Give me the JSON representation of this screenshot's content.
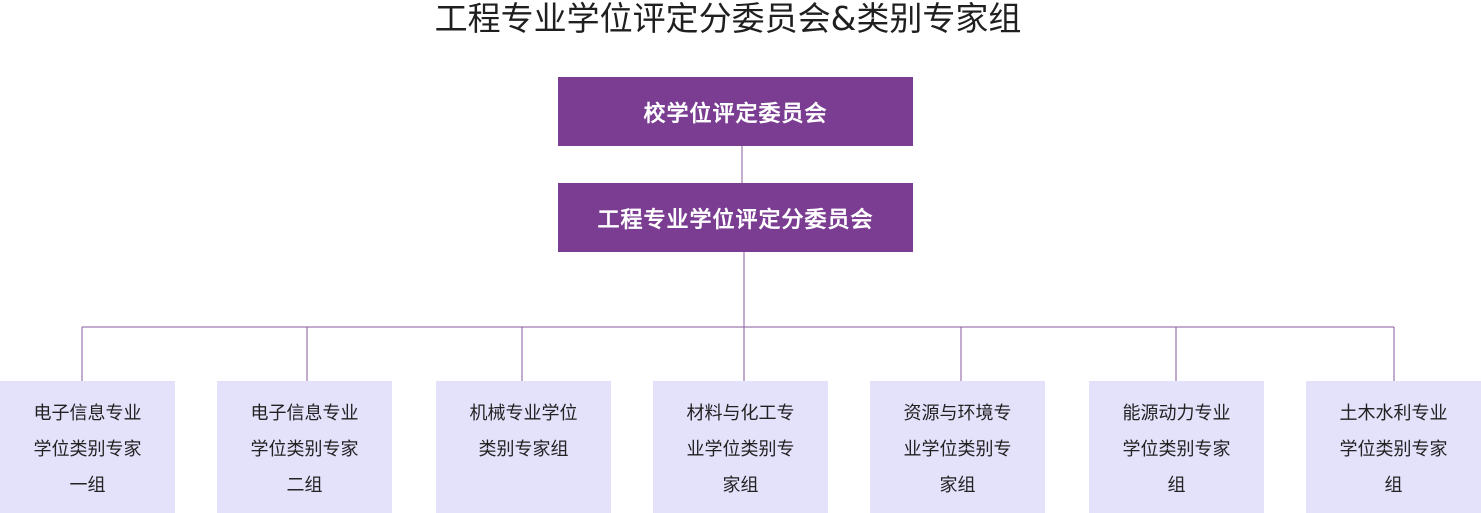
{
  "title": "工程专业学位评定分委员会&类别专家组",
  "colors": {
    "box": "#7b3d92",
    "leaf": "#e4e1fb",
    "line": "#8a5a9f"
  },
  "levels": {
    "top": "校学位评定委员会",
    "middle": "工程专业学位评定分委员会"
  },
  "groups": [
    "电子信息专业学位类别专家一组",
    "电子信息专业学位类别专家二组",
    "机械专业学位类别专家组",
    "材料与化工专业学位类别专家组",
    "资源与环境专业学位类别专家组",
    "能源动力专业学位类别专家组",
    "土木水利专业学位类别专家组"
  ]
}
